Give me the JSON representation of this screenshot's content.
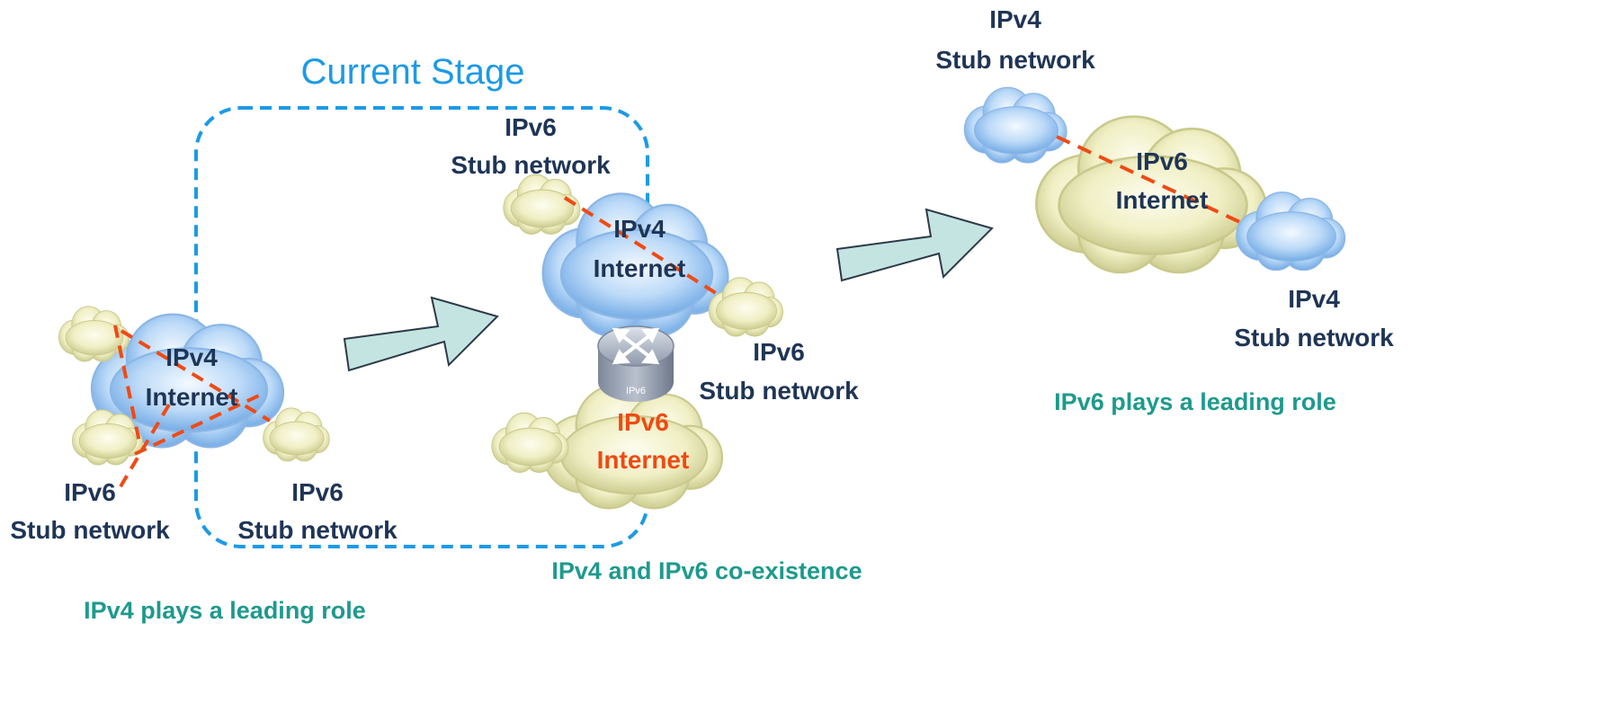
{
  "stage_label": "Current Stage",
  "left_scenario": {
    "cloud_line1": "IPv4",
    "cloud_line2": "Internet",
    "stub_left_line1": "IPv6",
    "stub_left_line2": "Stub network",
    "stub_right_line1": "IPv6",
    "stub_right_line2": "Stub network",
    "role_text": "IPv4 plays a leading role"
  },
  "middle_scenario": {
    "top_stub_line1": "IPv6",
    "top_stub_line2": "Stub network",
    "ipv4_cloud_line1": "IPv4",
    "ipv4_cloud_line2": "Internet",
    "right_stub_line1": "IPv6",
    "right_stub_line2": "Stub network",
    "router_tag": "IPv6",
    "ipv6_cloud_line1": "IPv6",
    "ipv6_cloud_line2": "Internet",
    "role_text": "IPv4 and IPv6  co-existence"
  },
  "right_scenario": {
    "top_stub_line1": "IPv4",
    "top_stub_line2": "Stub network",
    "cloud_line1": "IPv6",
    "cloud_line2": "Internet",
    "bottom_stub_line1": "IPv4",
    "bottom_stub_line2": "Stub network",
    "role_text": "IPv6 plays a leading role"
  },
  "colors": {
    "blue_cloud_light": "#eef6ff",
    "blue_cloud_dark": "#6fa8e4",
    "yellow_cloud_light": "#fcfbe8",
    "yellow_cloud_dark": "#c9c98c",
    "tunnel_dash": "#f04a14",
    "stage_border": "#1d9ae6",
    "arrow_fill": "#c4e4e1",
    "label_dark": "#1f3556",
    "role_teal": "#1e9a8c",
    "ipv6_red": "#ef4a12"
  },
  "icons": [
    "cloud-icon",
    "router-icon",
    "right-arrow-icon"
  ]
}
